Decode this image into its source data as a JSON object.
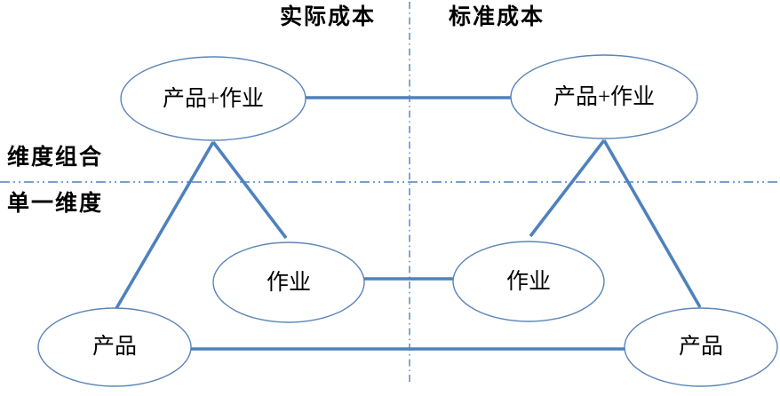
{
  "labels": {
    "col_actual": "实际成本",
    "col_standard": "标准成本",
    "row_combined": "维度组合",
    "row_single": "单一维度"
  },
  "nodes": {
    "actual_product_activity": "产品+作业",
    "standard_product_activity": "产品+作业",
    "actual_activity": "作业",
    "standard_activity": "作业",
    "actual_product": "产品",
    "standard_product": "产品"
  },
  "edges": [
    {
      "from": "actual_product_activity",
      "to": "standard_product_activity"
    },
    {
      "from": "actual_product_activity",
      "to": "actual_activity"
    },
    {
      "from": "actual_product_activity",
      "to": "actual_product"
    },
    {
      "from": "standard_product_activity",
      "to": "standard_activity"
    },
    {
      "from": "standard_product_activity",
      "to": "standard_product"
    },
    {
      "from": "actual_activity",
      "to": "standard_activity"
    },
    {
      "from": "actual_product",
      "to": "standard_product"
    }
  ],
  "colors": {
    "connector": "#4f81bd",
    "ellipse_stroke": "#5b84b8",
    "divider": "#4f81bd",
    "text": "#000000"
  }
}
